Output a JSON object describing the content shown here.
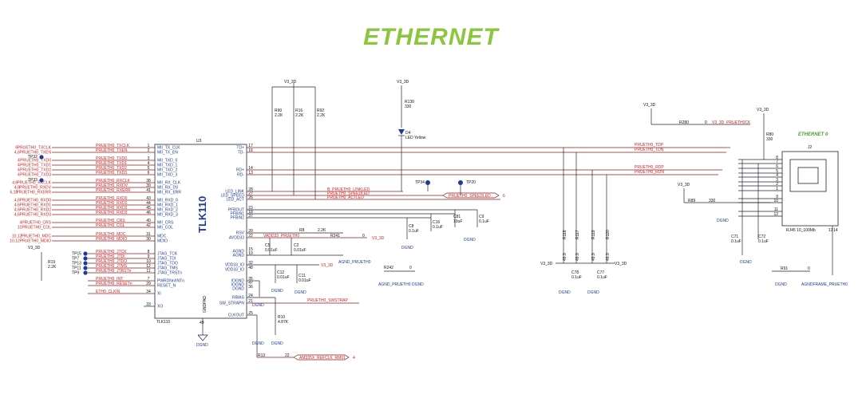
{
  "title": "ETHERNET",
  "chip": {
    "ref": "U3",
    "name": "TLK110",
    "part_label": "TLK110",
    "pad_label": "GNDPAD",
    "pad_pin": "49"
  },
  "pins_left": [
    {
      "num": "1",
      "name": "MII_TX_CLK",
      "net": "PRUETH0_TXCLK",
      "tag": "6"
    },
    {
      "num": "2",
      "name": "MII_TX_EN",
      "net": "PRUETH0_TXEN",
      "tag": "4,6"
    },
    {
      "num": "3",
      "name": "MII_TXD_0",
      "net": "PRUETH0_TXD0",
      "tag": "4"
    },
    {
      "num": "4",
      "name": "MII_TXD_1",
      "net": "PRUETH0_TXD1",
      "tag": "4"
    },
    {
      "num": "5",
      "name": "MII_TXD_2",
      "net": "PRUETH0_TXD2",
      "tag": "4"
    },
    {
      "num": "6",
      "name": "MII_TXD_3",
      "net": "PRUETH0_TXD3",
      "tag": "4"
    },
    {
      "num": "38",
      "name": "MII_RX_CLK",
      "net": "PRUETH0_RXCLK",
      "tag": "4,6"
    },
    {
      "num": "39",
      "name": "MII_RX_DV",
      "net": "PRUETH0_RXDV",
      "tag": "4,6"
    },
    {
      "num": "41",
      "name": "MII_RX_ERR",
      "net": "PRUETH0_RXERR",
      "tag": "6,10"
    },
    {
      "num": "43",
      "name": "MII_RXD_0",
      "net": "PRUETH0_RXD0",
      "tag": "4,6"
    },
    {
      "num": "44",
      "name": "MII_RXD_1",
      "net": "PRUETH0_RXD1",
      "tag": "4,6"
    },
    {
      "num": "45",
      "name": "MII_RXD_2",
      "net": "PRUETH0_RXD2",
      "tag": "4,6"
    },
    {
      "num": "46",
      "name": "MII_RXD_3",
      "net": "PRUETH0_RXD3",
      "tag": "4,6"
    },
    {
      "num": "40",
      "name": "MII_CRS",
      "net": "PRUETH0_CRS",
      "tag": "4"
    },
    {
      "num": "42",
      "name": "MII_COL",
      "net": "PRUETH0_COL",
      "tag": "10"
    },
    {
      "num": "31",
      "name": "MDC",
      "net": "PRUETH0_MDC",
      "tag": "10,12"
    },
    {
      "num": "30",
      "name": "MDIO",
      "net": "PRUETH0_MDIO",
      "tag": "10,12"
    },
    {
      "num": "8",
      "name": "JTAG_TCK",
      "net": "PRUETH0_JTCK",
      "tag": ""
    },
    {
      "num": "9",
      "name": "JTAG_TDI",
      "net": "PRUETH0_JTDI",
      "tag": ""
    },
    {
      "num": "10",
      "name": "JTAG_TDO",
      "net": "PRUETH0_JTDO",
      "tag": ""
    },
    {
      "num": "12",
      "name": "JTAG_TMS",
      "net": "PRUETH0_JTMS",
      "tag": ""
    },
    {
      "num": "11",
      "name": "JTAG_TRSTn",
      "net": "PRUETH0_JTRSTn",
      "tag": ""
    },
    {
      "num": "7",
      "name": "PWRDNn/INTn",
      "net": "PRUETH0_INT",
      "tag": ""
    },
    {
      "num": "29",
      "name": "RESET_N",
      "net": "PRUETH0_RESETn",
      "tag": ""
    },
    {
      "num": "34",
      "name": "XI",
      "net": "ETH0_CLKIN",
      "tag": ""
    },
    {
      "num": "33",
      "name": "XO",
      "net": "",
      "tag": ""
    }
  ],
  "pins_right": [
    {
      "num": "17",
      "name": "TD+",
      "net": "PRUETH0_TDP"
    },
    {
      "num": "16",
      "name": "TD-",
      "net": "PRUETH0_TDN"
    },
    {
      "num": "14",
      "name": "RD+",
      "net": "PRUETH0_RDP"
    },
    {
      "num": "13",
      "name": "RD-",
      "net": "PRUETH0_RDN"
    },
    {
      "num": "28",
      "name": "LED_LINK",
      "net": "B_PRUETH0_LINKLED"
    },
    {
      "num": "27",
      "name": "LED_SPEED",
      "net": "PRUETH0_SPEEDLED"
    },
    {
      "num": "26",
      "name": "LED_ACT",
      "net": "PRUETH0_ACTLED"
    },
    {
      "num": "23",
      "name": "PFBOUT",
      "net": ""
    },
    {
      "num": "18",
      "name": "PFBIN1",
      "net": ""
    },
    {
      "num": "37",
      "name": "PFBIN2",
      "net": ""
    },
    {
      "num": "20",
      "name": "RSV",
      "net": ""
    },
    {
      "num": "22",
      "name": "AVDD33",
      "net": "VADD33_PRUETH0"
    },
    {
      "num": "15",
      "name": "AGND",
      "net": ""
    },
    {
      "num": "19",
      "name": "AGND",
      "net": ""
    },
    {
      "num": "32",
      "name": "VDD33_IO",
      "net": ""
    },
    {
      "num": "48",
      "name": "VDD33_IO",
      "net": ""
    },
    {
      "num": "35",
      "name": "IOGND",
      "net": ""
    },
    {
      "num": "47",
      "name": "IOGND",
      "net": ""
    },
    {
      "num": "36",
      "name": "DGND",
      "net": ""
    },
    {
      "num": "24",
      "name": "RBIAS",
      "net": ""
    },
    {
      "num": "21",
      "name": "SW_STRAPN",
      "net": "PRUETH0_SWSTRAP"
    },
    {
      "num": "25",
      "name": "CLKOUT",
      "net": ""
    }
  ],
  "test_points": [
    "TP32",
    "TP33",
    "TP15",
    "TP7",
    "TP13",
    "TP11",
    "TP9",
    "TP34",
    "TP20"
  ],
  "components": {
    "r_pullups": [
      {
        "ref": "R90",
        "val": "2.2K"
      },
      {
        "ref": "R16",
        "val": "2.2K"
      },
      {
        "ref": "R92",
        "val": "2.2K"
      }
    ],
    "r130": {
      "ref": "R130",
      "val": "330"
    },
    "led": {
      "ref": "D4",
      "val": "LED Yellow"
    },
    "r19": {
      "ref": "R19",
      "val": "2.2K"
    },
    "r8": {
      "ref": "R8",
      "val": "2.2K"
    },
    "r241": {
      "ref": "R241",
      "val": "0"
    },
    "r242": {
      "ref": "R242",
      "val": "0"
    },
    "r10": {
      "ref": "R10",
      "val": "4.87K"
    },
    "r13": {
      "ref": "R13",
      "val": "22"
    },
    "r280": {
      "ref": "R280",
      "val": "0"
    },
    "r80": {
      "ref": "R80",
      "val": "330"
    },
    "r89": {
      "ref": "R89",
      "val": "330"
    },
    "r91": {
      "ref": "R91",
      "val": "0"
    },
    "caps": [
      {
        "ref": "C5",
        "val": "0.01uF"
      },
      {
        "ref": "C2",
        "val": "0.01uF"
      },
      {
        "ref": "C8",
        "val": "0.1uF"
      },
      {
        "ref": "C16",
        "val": "0.1uF"
      },
      {
        "ref": "C81",
        "val": "10uF"
      },
      {
        "ref": "C9",
        "val": "0.1uF"
      },
      {
        "ref": "C12",
        "val": "0.01uF"
      },
      {
        "ref": "C11",
        "val": "0.01uF"
      },
      {
        "ref": "C78",
        "val": "0.1uF"
      },
      {
        "ref": "C77",
        "val": "0.1uF"
      },
      {
        "ref": "C71",
        "val": "0.1uF"
      },
      {
        "ref": "C72",
        "val": "0.1uF"
      }
    ],
    "term_res": [
      {
        "ref": "R118",
        "val": "49.9"
      },
      {
        "ref": "R117",
        "val": "49.9"
      },
      {
        "ref": "R119",
        "val": "49.9"
      },
      {
        "ref": "R120",
        "val": "49.9"
      }
    ]
  },
  "labels": {
    "v33": "V3_3D",
    "dgnd": "DGND",
    "agnd_prueth0": "AGND_PRUETH0",
    "frame": "AGNDFRAME_PRUETH0",
    "v33_prueth0ck": "V3_3D_PRUETH0CK",
    "speedled_out": "PRUETH0_SPEEDLED",
    "speedled_tag": "6",
    "refclk": "AM335X_REFCLK_RMII1",
    "refclk_tag": "4",
    "connector_ref": "J2",
    "connector_part": "RJ45 10_100Mb",
    "ethernet0": "ETHERNET 0",
    "conn_pins": [
      "8",
      "7",
      "6",
      "5",
      "4",
      "3",
      "2",
      "1",
      "9",
      "10",
      "11",
      "12",
      "13",
      "14"
    ]
  }
}
